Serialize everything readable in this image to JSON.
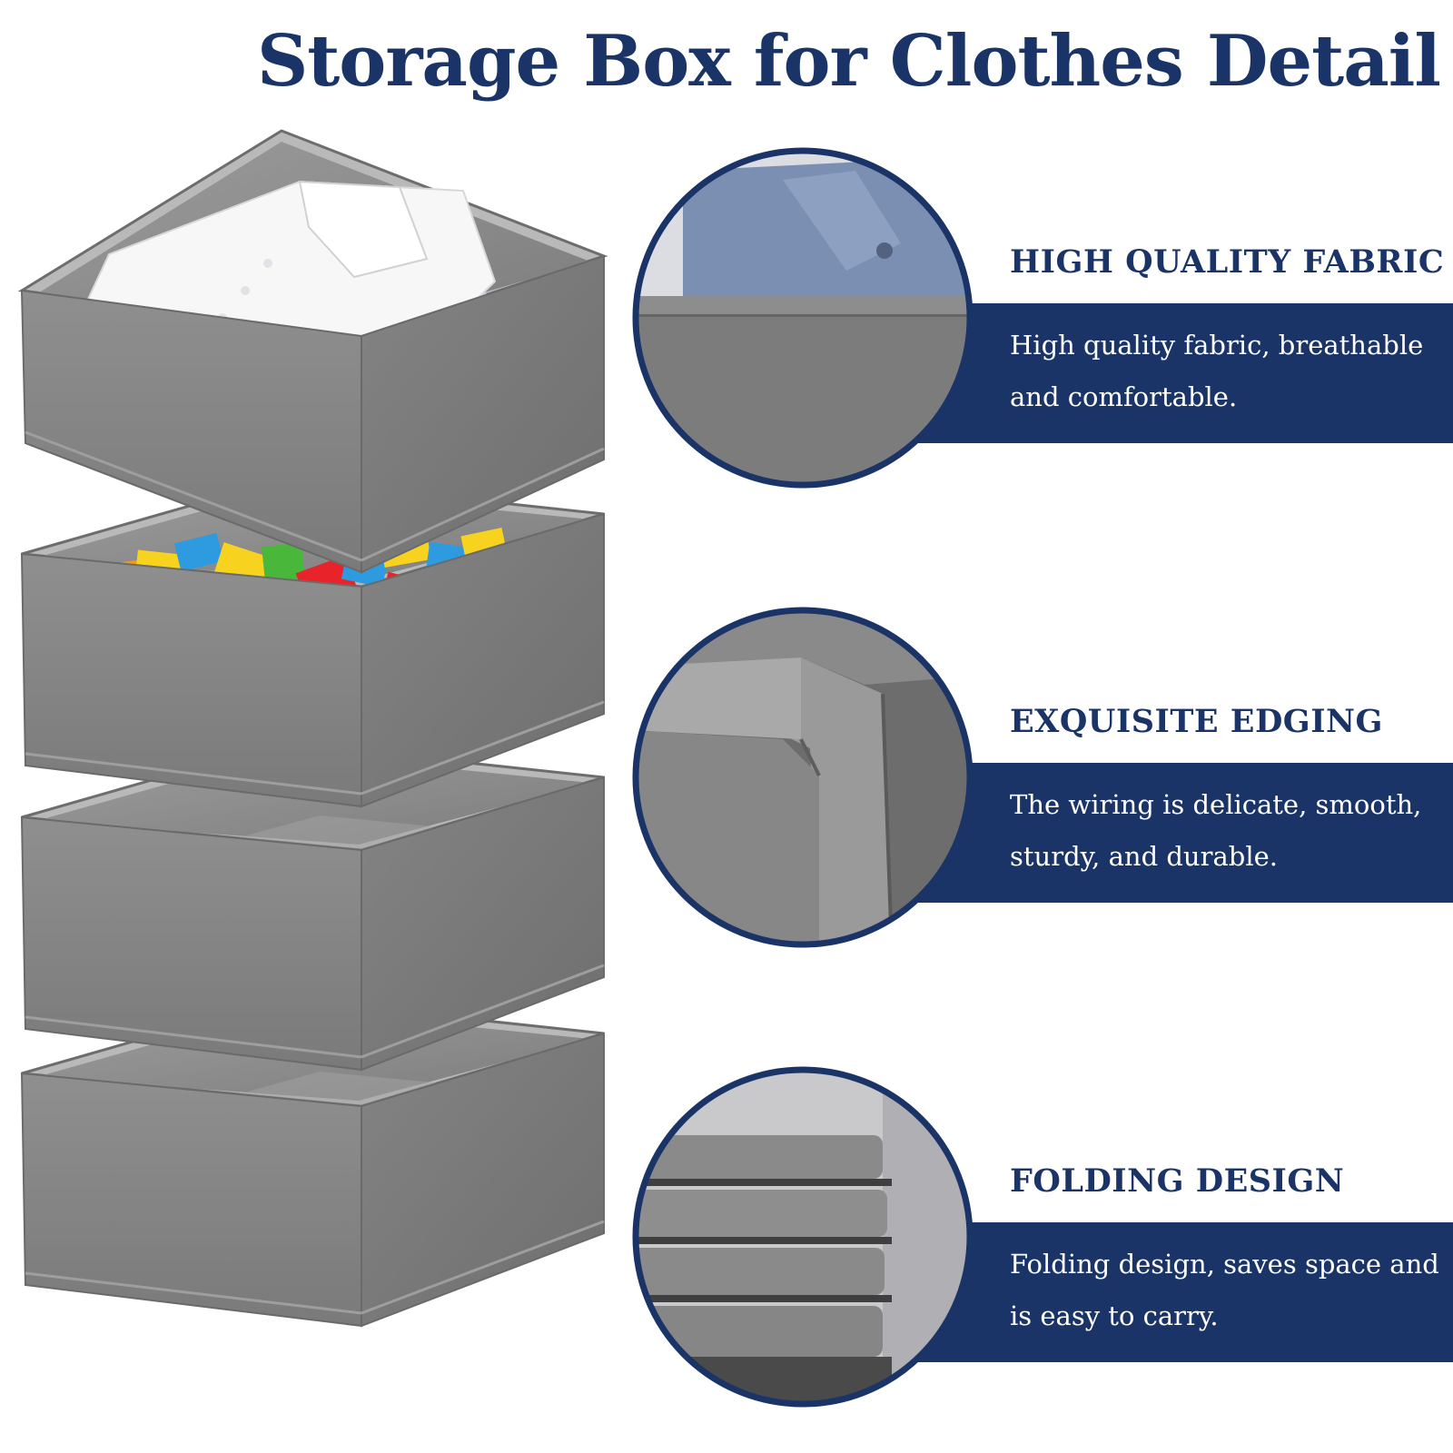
{
  "title": "Storage Box for Clothes Detail",
  "colors": {
    "navy": "#1b3467",
    "fabric": "#8a8a8a",
    "white": "#ffffff"
  },
  "features": [
    {
      "heading": "HIGH QUALITY FABRIC",
      "text": "High quality fabric, breathable and comfortable.",
      "icon": "fabric-closeup-photo"
    },
    {
      "heading": "EXQUISITE EDGING",
      "text": "The wiring is delicate, smooth, sturdy, and durable.",
      "icon": "edging-closeup-photo"
    },
    {
      "heading": "FOLDING DESIGN",
      "text": "Folding design, saves space and is easy to carry.",
      "icon": "folded-boxes-photo"
    }
  ]
}
